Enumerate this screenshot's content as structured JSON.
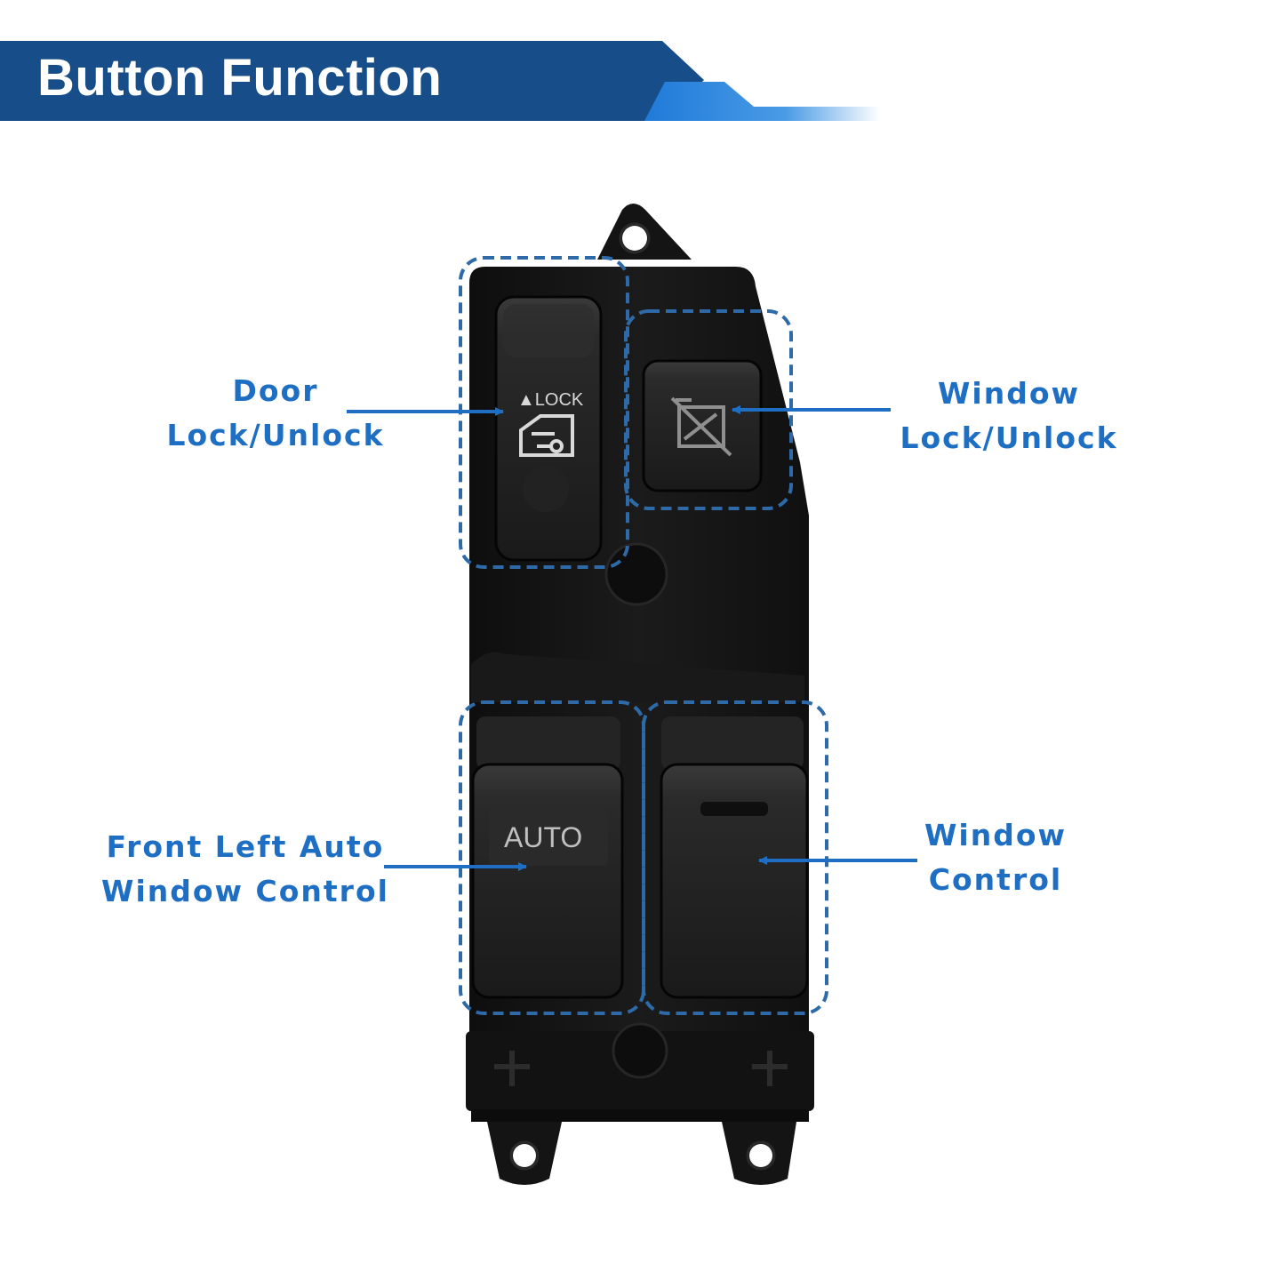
{
  "header": {
    "title": "Button Function"
  },
  "product": {
    "lock_label": "▲LOCK",
    "auto_label": "AUTO"
  },
  "callouts": {
    "door_lock": {
      "line1": "Door",
      "line2": "Lock/Unlock"
    },
    "window_lock": {
      "line1": "Window",
      "line2": "Lock/Unlock"
    },
    "front_left_auto": {
      "line1": "Front Left Auto",
      "line2": "Window Control"
    },
    "window_control": {
      "line1": "Window",
      "line2": "Control"
    }
  },
  "colors": {
    "banner_dark": "#174e8a",
    "banner_light": "#2680d6",
    "callout_blue": "#1e6fc4",
    "switch_body": "#161616"
  }
}
